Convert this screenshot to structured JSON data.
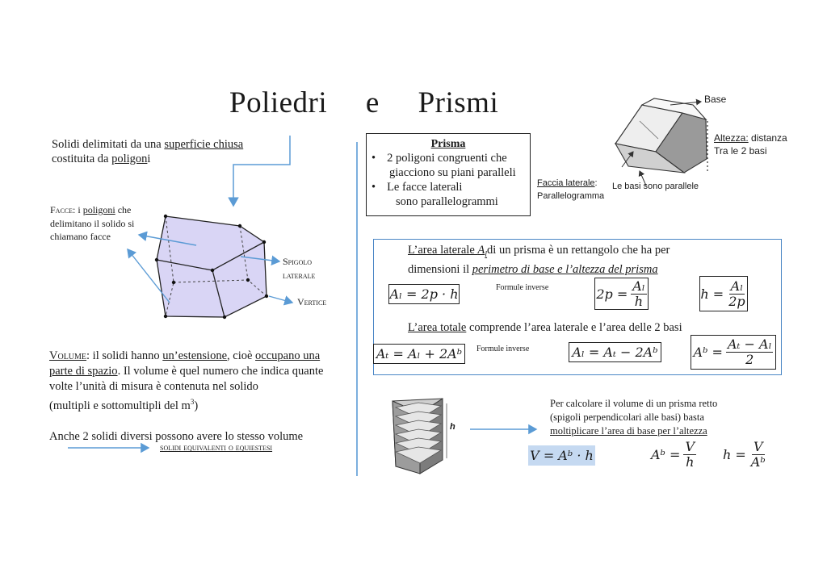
{
  "title": {
    "part1": "Poliedri",
    "part2": "e",
    "part3": "Prismi"
  },
  "intro": {
    "line1_pre": "Solidi delimitati da una ",
    "line1_link": "superficie chiusa",
    "line2_pre": "costituita da ",
    "line2_link": "poligon",
    "line2_post": "i"
  },
  "faces": {
    "head": "Facce",
    "pre": ": i ",
    "link": "poligoni",
    "post": " che",
    "line2": "delimitano il solido si",
    "line3": "chiamano facce"
  },
  "labels": {
    "spigolo_1": "Spigolo",
    "spigolo_2": "laterale",
    "vertice": "Vertice"
  },
  "volume": {
    "head": "Volume",
    "l1_a": ": il solidi hanno ",
    "l1_b": "un’estensione",
    "l1_c": ", cioè ",
    "l1_d": "occupano una",
    "l2_a": "parte di spazio",
    "l2_b": ". Il volume è quel numero che indica quante",
    "l3": "volte l’unità di misura è contenuta nel solido",
    "l4": "(multipli e sottomultipli del m",
    "l4_sup": "3",
    "l4_end": ")",
    "l5": "Anche 2 solidi diversi possono avere lo stesso volume",
    "equiv": "solidi equivalenti o equiestesi"
  },
  "prisma_box": {
    "title": "Prisma",
    "b1_l1": "2 poligoni congruenti che",
    "b1_l2": "giacciono su piani paralleli",
    "b2_l1": "Le facce laterali",
    "b2_l2": "sono parallelogrammi",
    "bullet": "•"
  },
  "prism_figure": {
    "base": "Base",
    "altezza_head": "Altezza:",
    "altezza_rest": " distanza",
    "altezza_l2": "Tra le 2 basi",
    "faccia_l1": "Faccia laterale",
    "faccia_colon": ":",
    "faccia_l2": "Parallelogramma",
    "basi_parallele": "Le basi sono parallele"
  },
  "area": {
    "lat_l1_pre": "L’area laterale ",
    "lat_sym": "A",
    "lat_sub": "l",
    "lat_l1_post": "di un prisma è un rettangolo che ha per",
    "lat_l2_pre": "dimensioni il ",
    "lat_l2_it": "perimetro di base e l’altezza del prisma",
    "formule_inverse_1": "Formule inverse",
    "f1": "Aₗ = 2p · h",
    "f2_left": "2p =",
    "f2_num": "Aₗ",
    "f2_den": "h",
    "f3_left": "h =",
    "f3_num": "Aₗ",
    "f3_den": "2p",
    "tot_pre": "L’area totale",
    "tot_post": " comprende l’area laterale e l’area delle 2 basi",
    "formule_inverse_2": "Formule inverse",
    "f4": "Aₜ = Aₗ + 2Aᵇ",
    "f5": "Aₗ = Aₜ − 2Aᵇ",
    "f6_left": "Aᵇ =",
    "f6_num": "Aₜ − Aₗ",
    "f6_den": "2"
  },
  "volume_prism": {
    "h_label": "h",
    "l1": "Per calcolare il volume di un prisma retto",
    "l2": "(spigoli perpendicolari alle basi) basta",
    "l3": "moltiplicare l’area di base per l’altezza",
    "v_formula": "V = Aᵇ · h",
    "ab_left": "Aᵇ =",
    "ab_num": "V",
    "ab_den": "h",
    "h_left": "h =",
    "h_num": "V",
    "h_den": "Aᵇ"
  },
  "colors": {
    "arrow": "#5b9bd5",
    "polyhedron_fill": "#d9d5f5",
    "box_border_blue": "#4a86c5",
    "highlight": "#c5d9f1"
  }
}
